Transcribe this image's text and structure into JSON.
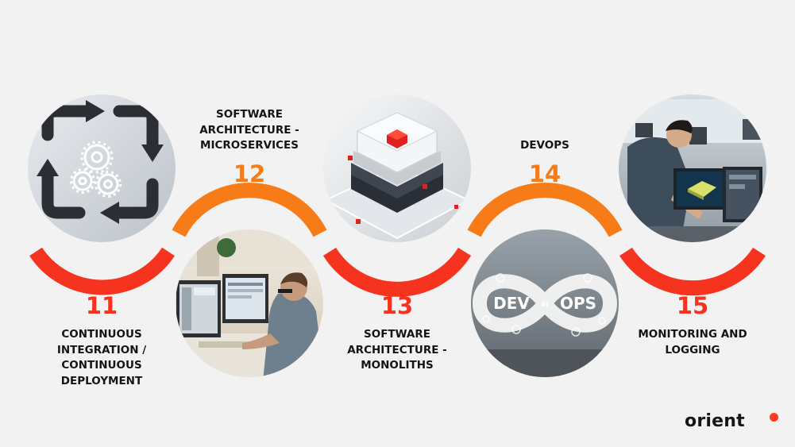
{
  "colors": {
    "red": "#f5331f",
    "orange": "#f77b17",
    "text": "#141414",
    "logo_dot": "#ff3b22"
  },
  "steps": [
    {
      "number": "11",
      "label": "CONTINUOUS\nINTEGRATION /\nCONTINUOUS\nDEPLOYMENT",
      "image": "circular-arrows-gears-icon",
      "arc_color": "red"
    },
    {
      "number": "12",
      "label": "SOFTWARE\nARCHITECTURE -\nMICROSERVICES",
      "image": "developer-at-desk-photo",
      "arc_color": "orange"
    },
    {
      "number": "13",
      "label": "SOFTWARE\nARCHITECTURE -\nMONOLITHS",
      "image": "layered-chip-block-render",
      "arc_color": "red"
    },
    {
      "number": "14",
      "label": "DEVOPS",
      "image": "dev-ops-infinity-photo",
      "arc_color": "orange"
    },
    {
      "number": "15",
      "label": "MONITORING AND\nLOGGING",
      "image": "engineer-at-monitor-photo",
      "arc_color": "red"
    }
  ],
  "dev_ops": {
    "dev": "DEV",
    "ops": "OPS",
    "ai": "AI"
  },
  "logo": {
    "text": "orient"
  }
}
